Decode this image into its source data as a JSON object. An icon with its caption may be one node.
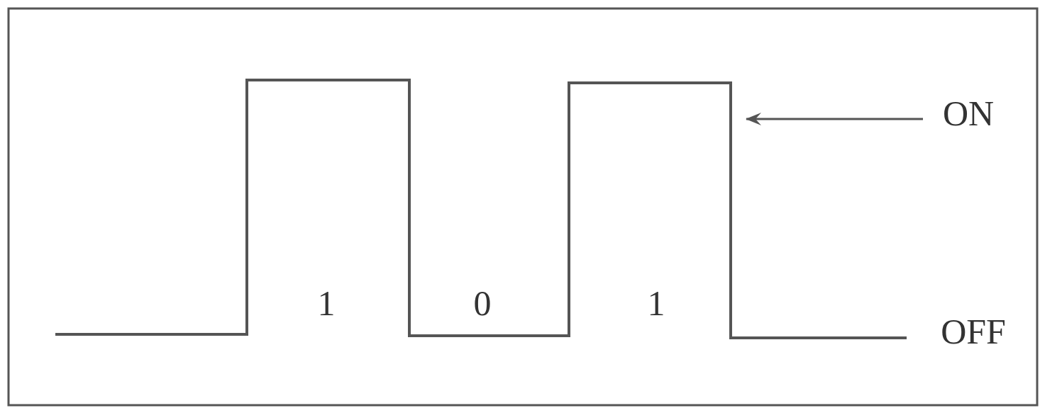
{
  "diagram": {
    "nodes": [
      {
        "text": [
          "ON"
        ]
      },
      {
        "text": [],
        "shape": "line"
      }
    ],
    "edges": [
      {
        "from": 0,
        "to": 1,
        "arrow": "to"
      }
    ],
    "labels": [
      "1",
      "0",
      "1",
      "OFF"
    ]
  }
}
